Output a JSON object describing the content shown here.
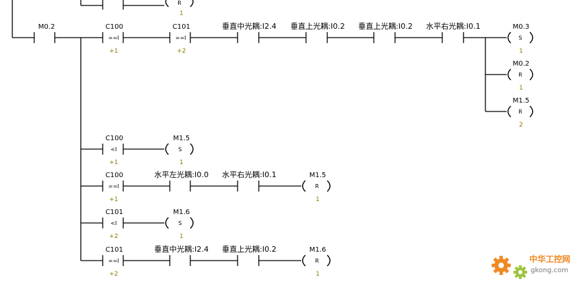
{
  "colors": {
    "wire": "#000000",
    "value": "#8b7a00",
    "watermark_orange": "#f08a24",
    "watermark_gray": "#7a7a7a"
  },
  "top_partial": {
    "coil_type": "R",
    "coil_value": "1"
  },
  "rung1": {
    "contact_m02": "M0.2",
    "c100": {
      "label": "C100",
      "op": "==I",
      "value": "+1"
    },
    "c101": {
      "label": "C101",
      "op": "==I",
      "value": "+2"
    },
    "sensors": [
      "垂直中光耦:I2.4",
      "垂直上光耦:I0.2",
      "垂直上光耦:I0.2",
      "水平右光耦:I0.1"
    ],
    "coils": [
      {
        "label": "M0.3",
        "type": "S",
        "value": "1"
      },
      {
        "label": "M0.2",
        "type": "R",
        "value": "1"
      },
      {
        "label": "M1.5",
        "type": "R",
        "value": "2"
      }
    ]
  },
  "rung2": {
    "comp": {
      "label": "C100",
      "op": "<I",
      "value": "+1"
    },
    "coil": {
      "label": "M1.5",
      "type": "S",
      "value": "1"
    }
  },
  "rung3": {
    "comp": {
      "label": "C100",
      "op": "==I",
      "value": "+1"
    },
    "sensors": [
      "水平左光耦:I0.0",
      "水平右光耦:I0.1"
    ],
    "coil": {
      "label": "M1.5",
      "type": "R",
      "value": "1"
    }
  },
  "rung4": {
    "comp": {
      "label": "C101",
      "op": "<I",
      "value": "+2"
    },
    "coil": {
      "label": "M1.6",
      "type": "S",
      "value": "1"
    }
  },
  "rung5": {
    "comp": {
      "label": "C101",
      "op": "==I",
      "value": "+2"
    },
    "sensors": [
      "垂直中光耦:I2.4",
      "垂直上光耦:I0.2"
    ],
    "coil": {
      "label": "M1.6",
      "type": "R",
      "value": "1"
    }
  },
  "watermark": {
    "cn": "中华工控网",
    "en": "gkong.com",
    "icon": "gear-icon"
  }
}
